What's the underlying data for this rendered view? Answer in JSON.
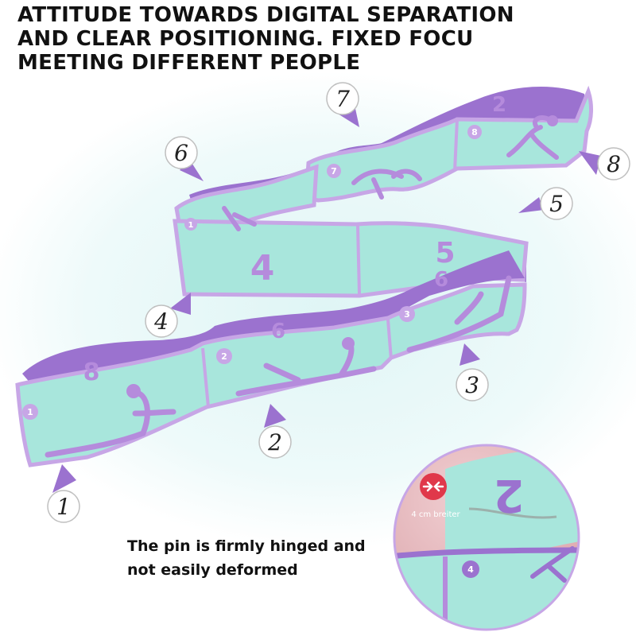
{
  "headline": {
    "line1": "ATTITUDE TOWARDS DIGITAL SEPARATION",
    "line2": "AND CLEAR POSITIONING. FIXED FOCU",
    "line3": "MEETING DIFFERENT PEOPLE"
  },
  "callouts": [
    "1",
    "2",
    "3",
    "4",
    "5",
    "6",
    "7",
    "8"
  ],
  "band_numbers": {
    "loop1_small": "1",
    "loop1_back": "8",
    "loop2_small": "2",
    "loop2_back": "6",
    "loop3_small": "3",
    "loop3_back": "6",
    "loop4_big": "4",
    "loop5_big": "5",
    "loop_top_small": "1",
    "loop7_small": "7",
    "loop8_small": "8",
    "loop8_back": "2"
  },
  "detail": {
    "width_label": "4 cm breiter",
    "band_big": "2",
    "band_small": "4"
  },
  "caption": {
    "line1": "The pin is firmly hinged and",
    "line2": "not easily deformed"
  },
  "colors": {
    "band_teal": "#a8e6dc",
    "band_purple": "#9b72cf",
    "edge_lilac": "#c7a6e6",
    "background_glow": "#e7f8f8",
    "detail_pink": "#e9b8bd",
    "detail_badge": "#e0384a"
  },
  "icons": [
    "callout-pointer-icon",
    "arrows-inward-icon"
  ]
}
